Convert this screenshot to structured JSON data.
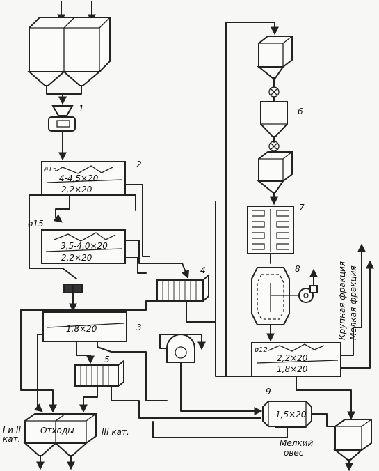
{
  "labels": {
    "n1": "1",
    "n2": "2",
    "n3": "3",
    "n4": "4",
    "n5": "5",
    "n6": "6",
    "n7": "7",
    "n8": "8",
    "n9": "9",
    "s2_dia": "ø15",
    "s2_top": "4-4,5×20",
    "s2_bot": "2,2×20",
    "s2b_dia": "ø15",
    "s2b_top": "3,5-4,0×20",
    "s2b_bot": "2,2×20",
    "s3": "1,8×20",
    "s12_dia": "ø12",
    "s12_top": "2,2×20",
    "s12_bot": "1,8×20",
    "s9": "1,5×20",
    "waste": "Отходы",
    "cat12": "I и II",
    "cat12b": "кат.",
    "cat3": "III кат.",
    "fine_oats_1": "Мелкий",
    "fine_oats_2": "овес",
    "coarse": "Крупная фракция",
    "fine": "Мелкая фракция"
  }
}
